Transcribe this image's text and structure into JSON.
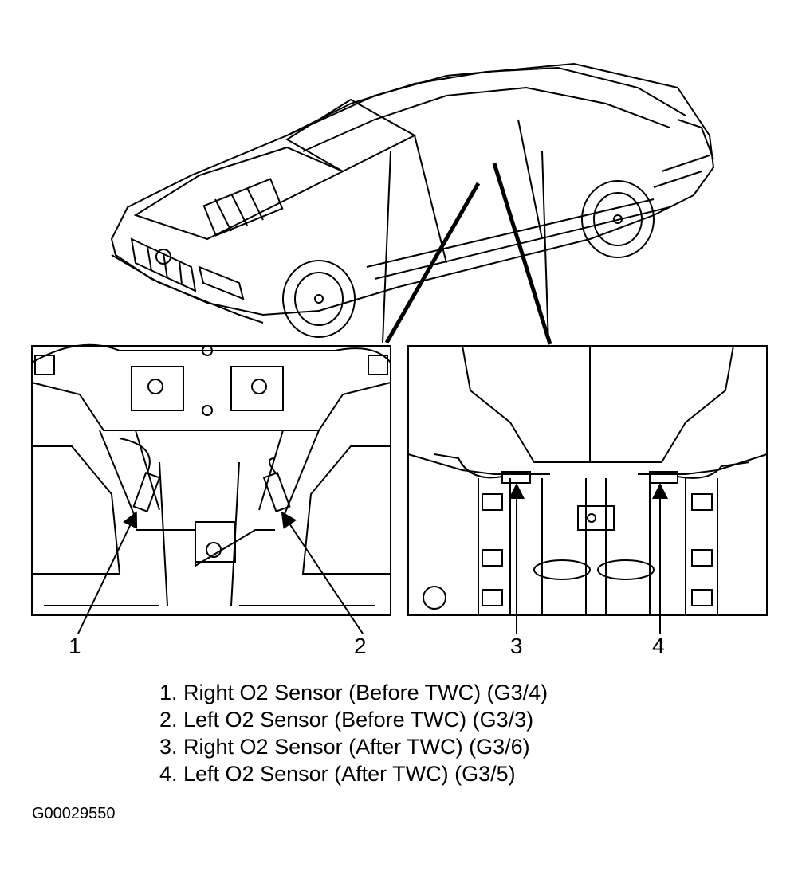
{
  "callouts": [
    "1",
    "2",
    "3",
    "4"
  ],
  "legend": [
    "1. Right O2 Sensor (Before TWC) (G3/4)",
    "2. Left O2 Sensor (Before TWC) (G3/3)",
    "3. Right O2 Sensor (After TWC) (G3/6)",
    "4. Left O2 Sensor (After TWC) (G3/5)"
  ],
  "figure_id": "G00029550"
}
